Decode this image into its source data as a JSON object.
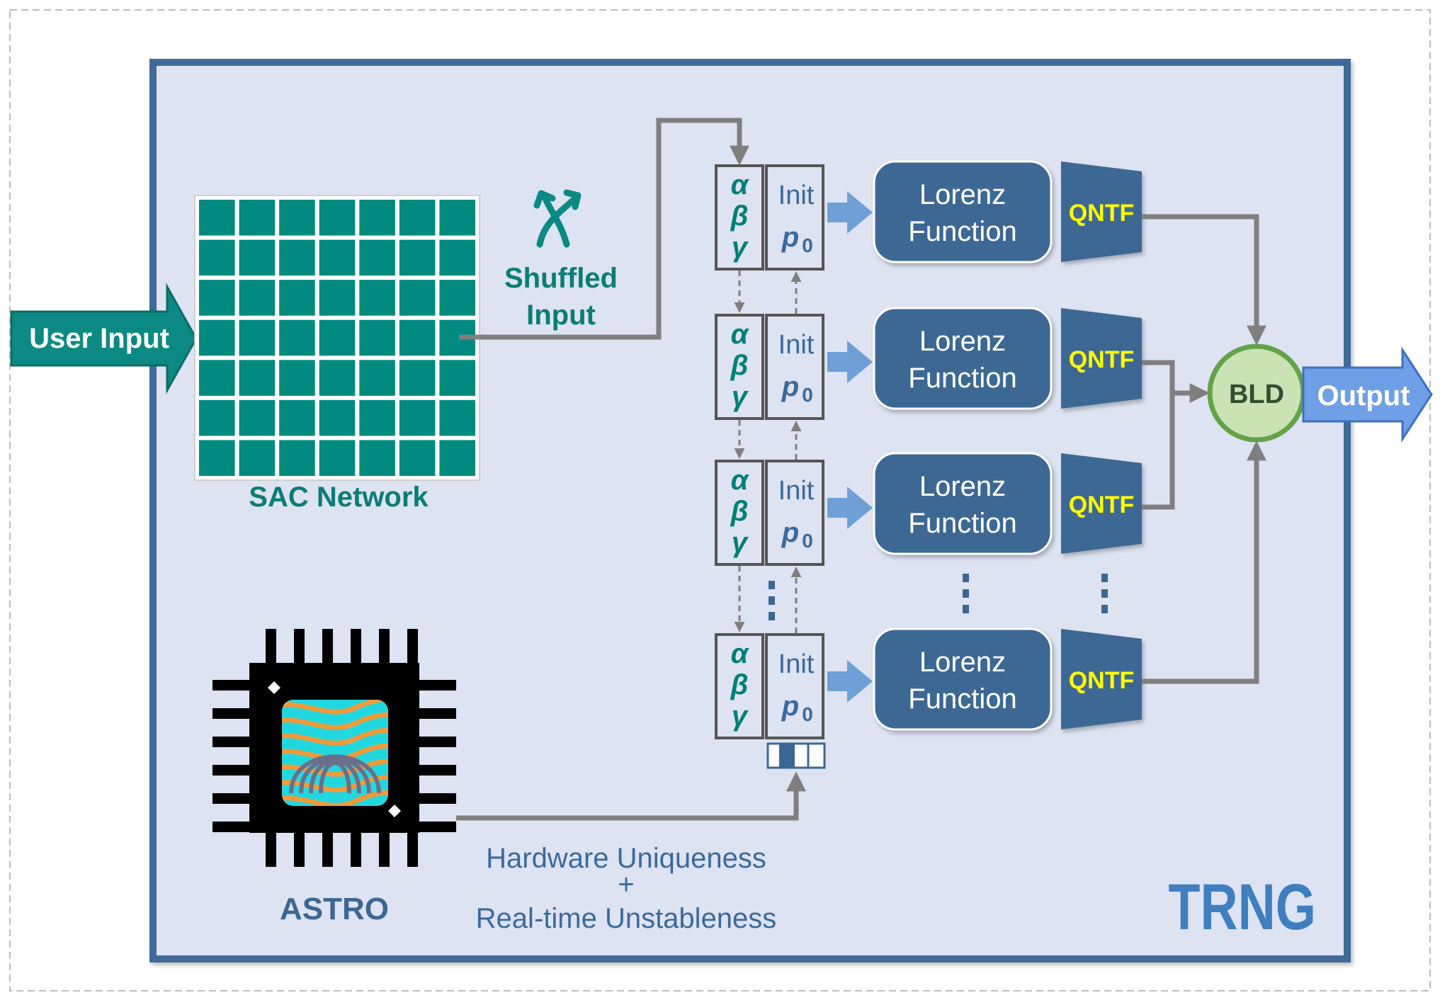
{
  "user_input": {
    "label": "User Input"
  },
  "sac": {
    "label": "SAC Network",
    "rows": 7,
    "cols": 7
  },
  "shuffled": {
    "line1": "Shuffled",
    "line2": "Input"
  },
  "chaos_stages": [
    {
      "params": [
        "α",
        "β",
        "γ"
      ],
      "init_label": "Init",
      "init_var": "p",
      "init_sub": "0",
      "func_line1": "Lorenz",
      "func_line2": "Function",
      "qntf": "QNTF"
    },
    {
      "params": [
        "α",
        "β",
        "γ"
      ],
      "init_label": "Init",
      "init_var": "p",
      "init_sub": "0",
      "func_line1": "Lorenz",
      "func_line2": "Function",
      "qntf": "QNTF"
    },
    {
      "params": [
        "α",
        "β",
        "γ"
      ],
      "init_label": "Init",
      "init_var": "p",
      "init_sub": "0",
      "func_line1": "Lorenz",
      "func_line2": "Function",
      "qntf": "QNTF"
    },
    {
      "params": [
        "α",
        "β",
        "γ"
      ],
      "init_label": "Init",
      "init_var": "p",
      "init_sub": "0",
      "func_line1": "Lorenz",
      "func_line2": "Function",
      "qntf": "QNTF"
    }
  ],
  "bld": {
    "label": "BLD"
  },
  "output": {
    "label": "Output"
  },
  "astro": {
    "label": "ASTRO"
  },
  "hardware": {
    "line1": "Hardware Uniqueness",
    "line2": "+",
    "line3": "Real-time Unstableness"
  },
  "trng": {
    "label": "TRNG"
  },
  "colors": {
    "teal": "#007f78",
    "panel_bg": "#dde3f3",
    "panel_border": "#3f6b9a",
    "block_blue": "#3c6794",
    "arrow_light_blue": "#6f9fd6",
    "qntf_text": "#ffff00",
    "bld_fill": "#c9e3b5",
    "bld_border": "#62a347",
    "wire_gray": "#7f7f7f",
    "text_blue": "#3a6a9c"
  }
}
